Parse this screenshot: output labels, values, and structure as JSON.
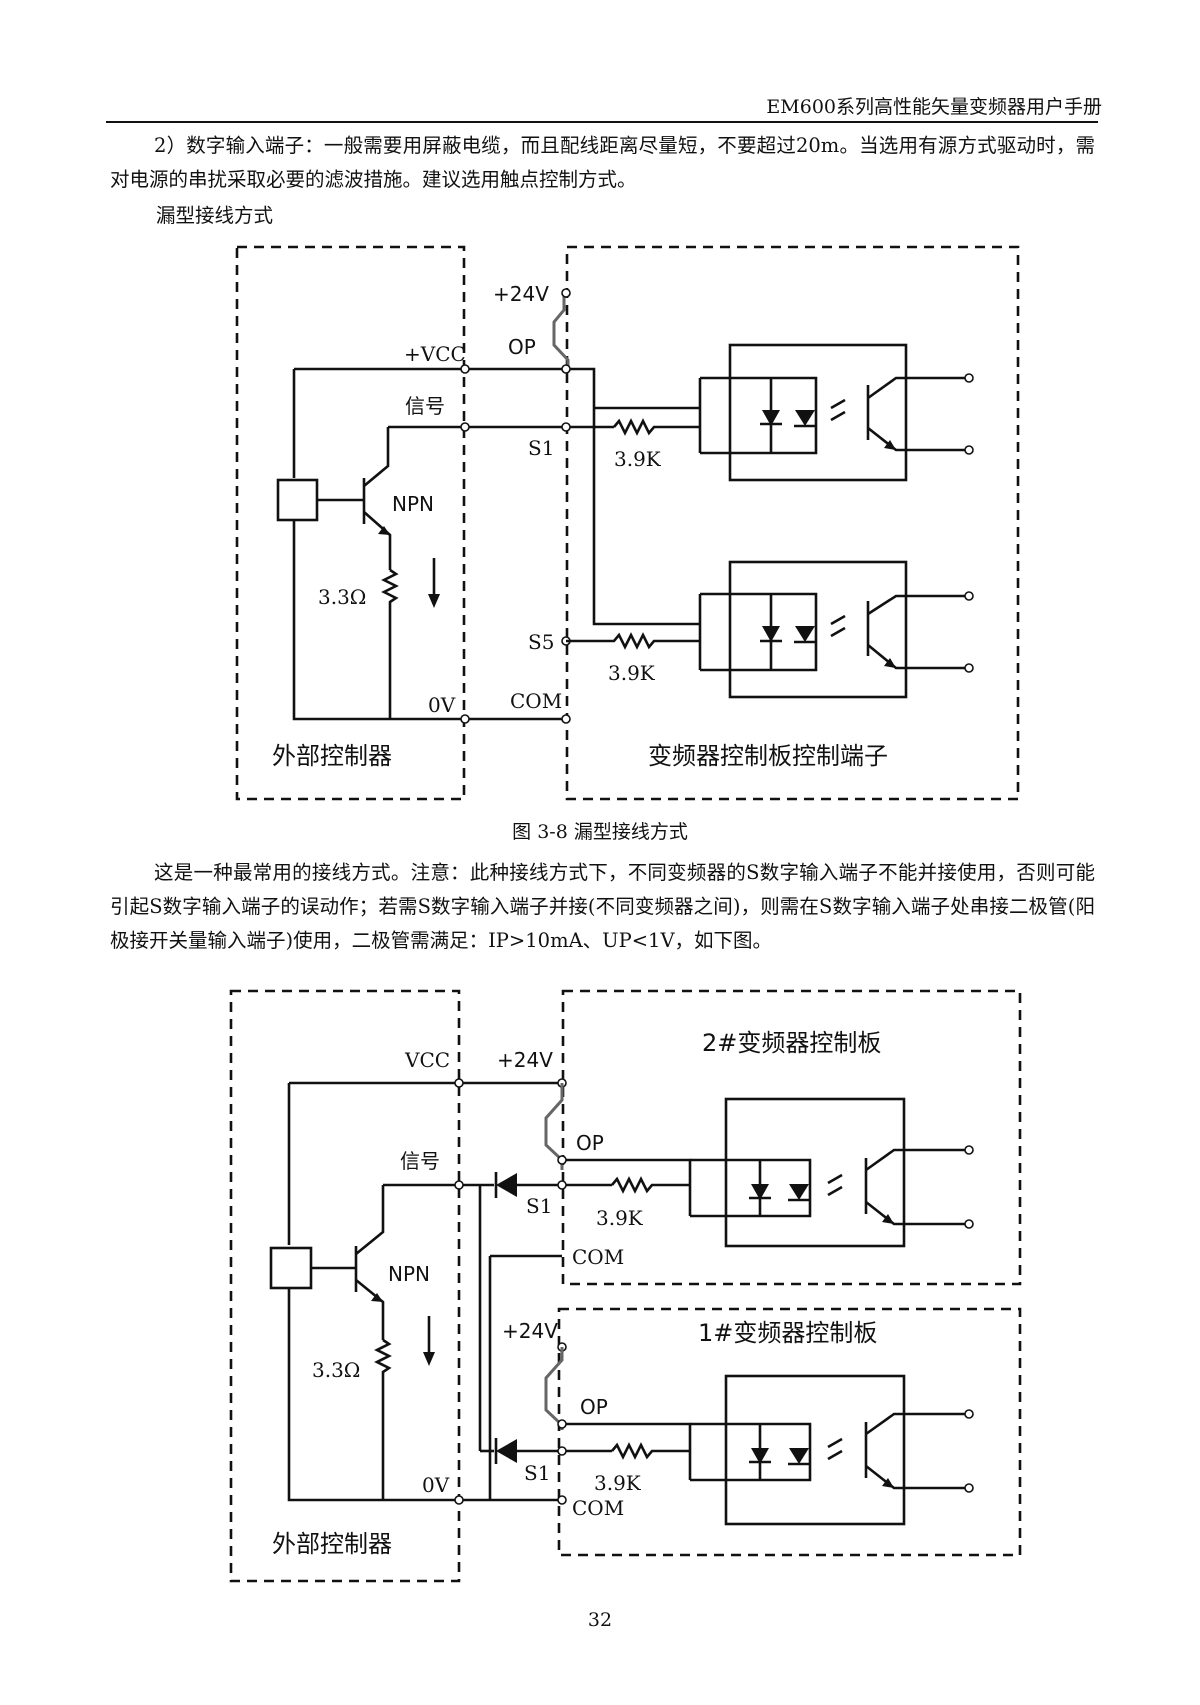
{
  "header": {
    "title": "EM600系列高性能矢量变频器用户手册"
  },
  "paragraphs": {
    "p1": "2）数字输入端子：一般需要用屏蔽电缆，而且配线距离尽量短，不要超过20m。当选用有源方式驱动时，需对电源的串扰采取必要的滤波措施。建议选用触点控制方式。",
    "p2": "漏型接线方式",
    "p3": "这是一种最常用的接线方式。注意：此种接线方式下，不同变频器的S数字输入端子不能并接使用，否则可能引起S数字输入端子的误动作；若需S数字输入端子并接(不同变频器之间)，则需在S数字输入端子处串接二极管(阳极接开关量输入端子)使用，二极管需满足：IP>10mA、UP<1V，如下图。"
  },
  "figure1": {
    "caption": "图 3-8 漏型接线方式",
    "labels": {
      "p24v": "+24V",
      "op": "OP",
      "vcc": "+VCC",
      "signal": "信号",
      "s1": "S1",
      "r1": "3.9K",
      "npn": "NPN",
      "r_emit": "3.3Ω",
      "s5": "S5",
      "r2": "3.9K",
      "zero_v": "0V",
      "com": "COM",
      "ext_controller": "外部控制器",
      "inverter_board": "变频器控制板控制端子"
    }
  },
  "figure2": {
    "labels": {
      "vcc": "VCC",
      "p24v_top": "+24V",
      "board2": "2#变频器控制板",
      "op_top": "OP",
      "signal": "信号",
      "s1_top": "S1",
      "r_top": "3.9K",
      "com_top": "COM",
      "npn": "NPN",
      "r_emit": "3.3Ω",
      "p24v_bottom": "+24V",
      "board1": "1#变频器控制板",
      "op_bottom": "OP",
      "s1_bottom": "S1",
      "r_bottom": "3.9K",
      "zero_v": "0V",
      "com_bottom": "COM",
      "ext_controller": "外部控制器"
    }
  },
  "footer": {
    "page_number": "32"
  }
}
